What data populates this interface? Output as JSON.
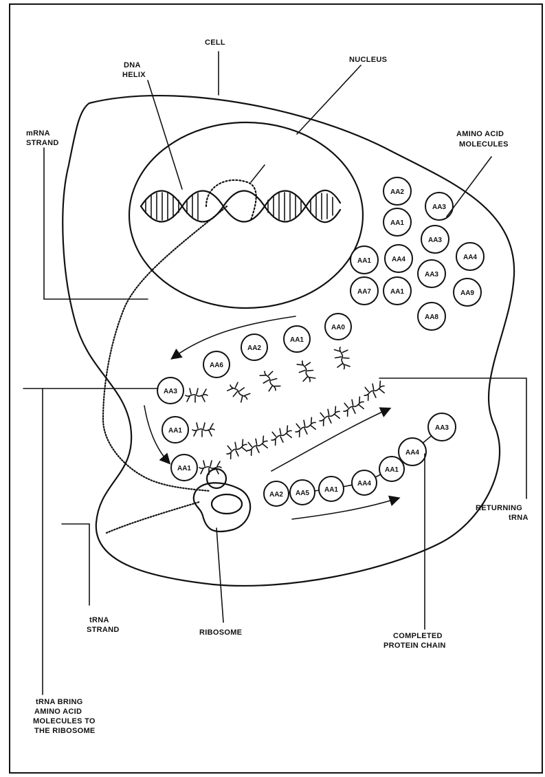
{
  "labels": {
    "cell": "CELL",
    "dna_helix": [
      "DNA",
      "HELIX"
    ],
    "nucleus": "NUCLEUS",
    "mrna_strand": [
      "mRNA",
      "STRAND"
    ],
    "amino_acid_molecules": [
      "AMINO ACID",
      "MOLECULES"
    ],
    "returning_trna": [
      "RETURNING",
      "tRNA"
    ],
    "trna_strand": [
      "tRNA",
      "STRAND"
    ],
    "ribosome": "RIBOSOME",
    "completed_protein_chain": [
      "COMPLETED",
      "PROTEIN CHAIN"
    ],
    "trna_bring": [
      "tRNA BRING",
      "AMINO ACID",
      "MOLECULES TO",
      "THE RIBOSOME"
    ]
  },
  "amino_acid_pool": [
    "AA2",
    "AA3",
    "AA1",
    "AA3",
    "AA1",
    "AA4",
    "AA4",
    "AA3",
    "AA7",
    "AA1",
    "AA9",
    "AA8"
  ],
  "trna_carried": [
    "AA6",
    "AA2",
    "AA1",
    "AA0",
    "AA3",
    "AA1",
    "AA1"
  ],
  "protein_chain": [
    "AA2",
    "AA5",
    "AA1",
    "AA4",
    "AA1",
    "AA4",
    "AA3"
  ]
}
